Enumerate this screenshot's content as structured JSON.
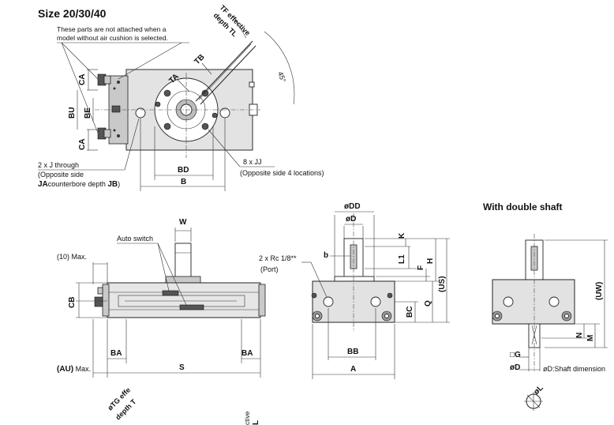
{
  "title": "Size 20/30/40",
  "section_double": "With double shaft",
  "notes": {
    "cushion_line1": "These parts are not attached when a",
    "cushion_line2": "model without air cushion is selected.",
    "through_line1": "2 x J through",
    "through_line2": "(Opposite side",
    "through_line3a": "JA",
    "through_line3b": "counterbore depth ",
    "through_line3c": "JB",
    "through_line3d": ")",
    "jj_line1": "8 x JJ",
    "jj_line2": "(Opposite side 4 locations)",
    "port_line1": "2 x Rc 1/8**",
    "port_line2": "(Port)",
    "auto_switch": "Auto switch",
    "ten_max": "(10) Max.",
    "au_max_a": "(AU)",
    "au_max_b": " Max.",
    "shaft_dimension": "øD:Shaft dimension",
    "tf_line1": "TF effective",
    "tf_line2": "depth TL",
    "tg_line1": "øTG effe",
    "tg_line2": "depth T",
    "tg_line3": "ctive",
    "tg_line4": "L",
    "angle": "45°"
  },
  "labels": {
    "CA": "CA",
    "BU": "BU",
    "BE": "BE",
    "TA": "TA",
    "TB": "TB",
    "BD": "BD",
    "B": "B",
    "W": "W",
    "CB": "CB",
    "BA": "BA",
    "S": "S",
    "phiDD": "øDD",
    "phiD": "øD",
    "K": "K",
    "b": "b",
    "L1": "L1",
    "F": "F",
    "H": "H",
    "US": "(US)",
    "Q": "Q",
    "BC": "BC",
    "BB": "BB",
    "A": "A",
    "UW": "(UW)",
    "N": "N",
    "M": "M",
    "G": "□G",
    "phiL": "øL"
  }
}
